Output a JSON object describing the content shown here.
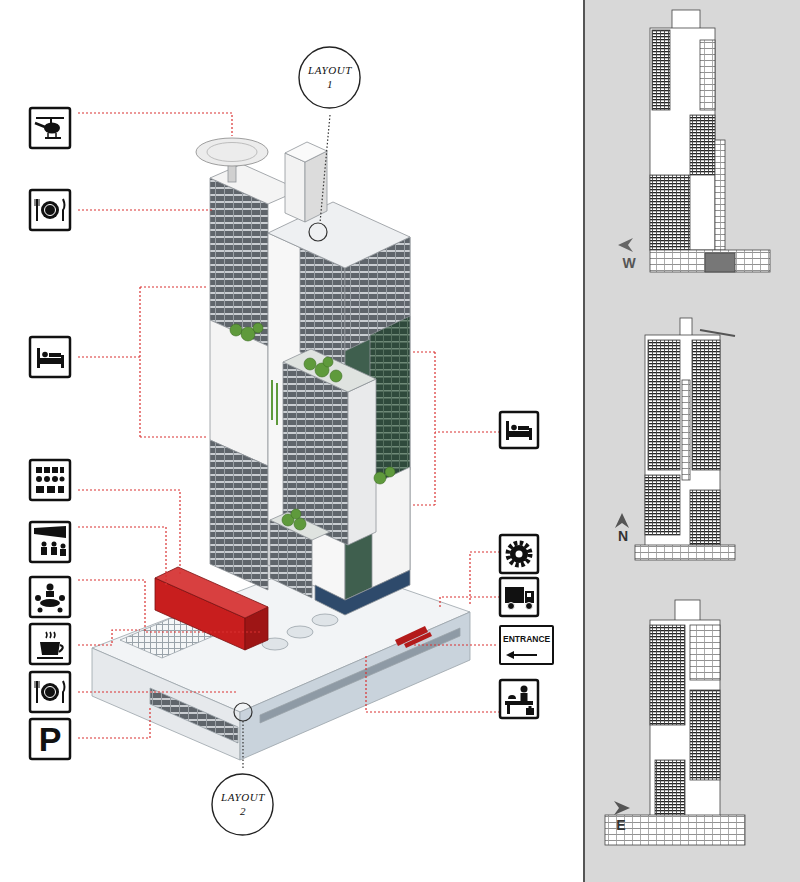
{
  "diagram": {
    "nodes": [
      {
        "text": [
          "LAYOUT 1"
        ]
      },
      {
        "text": [
          "ENTRANCE"
        ]
      },
      {
        "text": [
          "LAYOUT 2"
        ]
      }
    ],
    "labels": [
      "W",
      "N",
      "E",
      "P"
    ]
  }
}
